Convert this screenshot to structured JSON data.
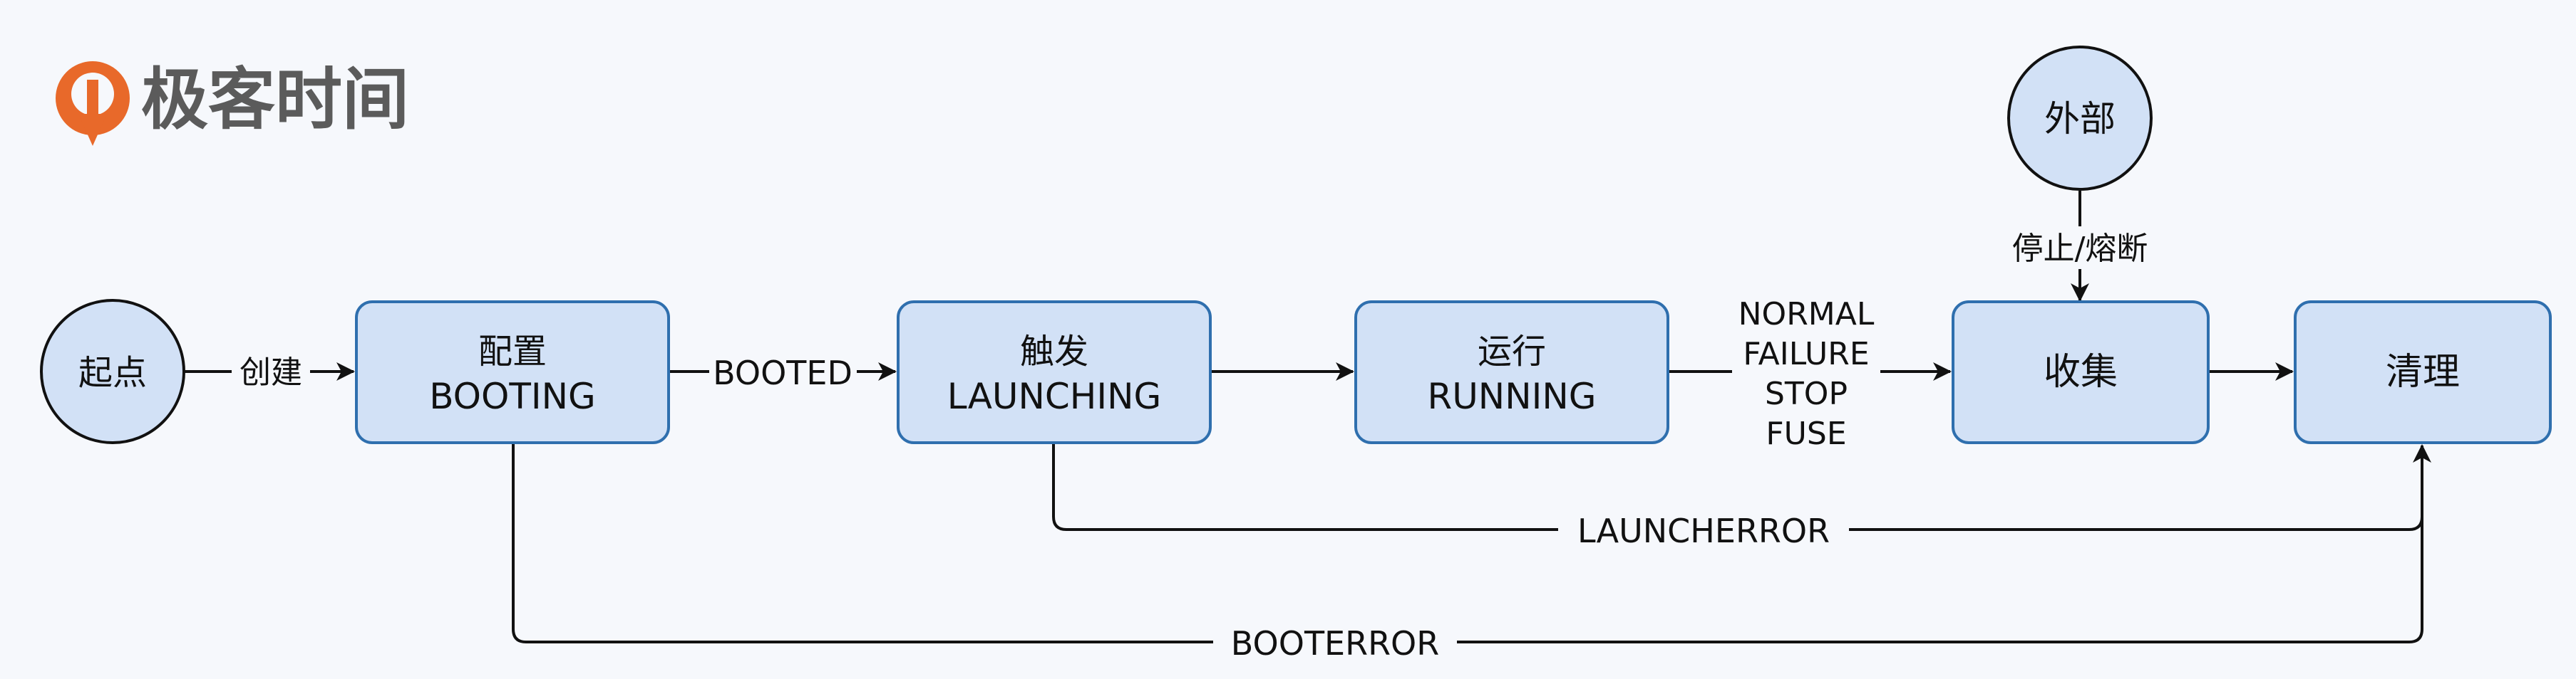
{
  "logo": {
    "text": "极客时间",
    "brand_color": "#e8692a",
    "text_color": "#5b5b5b"
  },
  "colors": {
    "node_fill": "#d2e1f6",
    "node_stroke": "#2f6fae",
    "circle_stroke": "#111111",
    "edge": "#111111"
  },
  "nodes": {
    "start": {
      "label": "起点"
    },
    "booting": {
      "line1": "配置",
      "line2": "BOOTING"
    },
    "launching": {
      "line1": "触发",
      "line2": "LAUNCHING"
    },
    "running": {
      "line1": "运行",
      "line2": "RUNNING"
    },
    "collect": {
      "label": "收集"
    },
    "cleanup": {
      "label": "清理"
    },
    "external": {
      "label": "外部"
    }
  },
  "edges": {
    "create": "创建",
    "booted": "BOOTED",
    "result": [
      "NORMAL",
      "FAILURE",
      "STOP",
      "FUSE"
    ],
    "stop_fuse": "停止/熔断",
    "launcherror": "LAUNCHERROR",
    "booterror": "BOOTERROR"
  }
}
